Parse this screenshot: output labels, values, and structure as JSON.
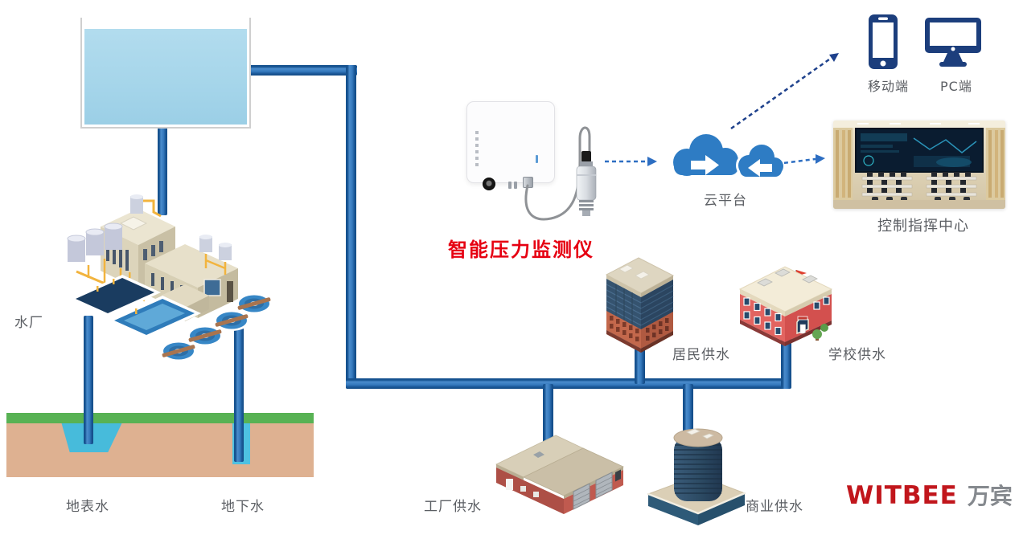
{
  "nodes": {
    "water_plant": {
      "label": "水厂"
    },
    "surface_water": {
      "label": "地表水"
    },
    "groundwater": {
      "label": "地下水"
    },
    "pressure_monitor": {
      "label": "智能压力监测仪"
    },
    "cloud_platform": {
      "label": "云平台"
    },
    "mobile_client": {
      "label": "移动端"
    },
    "pc_client": {
      "label": "PC端"
    },
    "control_center": {
      "label": "控制指挥中心"
    },
    "residential_supply": {
      "label": "居民供水"
    },
    "school_supply": {
      "label": "学校供水"
    },
    "factory_supply": {
      "label": "工厂供水"
    },
    "commercial_supply": {
      "label": "商业供水"
    }
  },
  "brand": {
    "name": "WITBEE",
    "cjk": "万宾"
  },
  "connections": [
    {
      "from": "pressure_monitor",
      "to": "cloud_platform",
      "style": "dashed-arrow"
    },
    {
      "from": "cloud_platform",
      "to": "mobile_client",
      "style": "dashed-arrow"
    },
    {
      "from": "cloud_platform",
      "to": "control_center",
      "style": "dashed-arrow"
    }
  ],
  "colors": {
    "pipe_dark": "#16528f",
    "pipe_light": "#4a8ccc",
    "cloud_blue": "#2e7cc4",
    "icon_navy": "#1c3e7c",
    "device_label_red": "#e60012",
    "brand_red": "#c1161c",
    "brand_gray": "#85898e",
    "label_gray": "#5b5e63",
    "ground_green": "#58b254",
    "soil_tan": "#deb191",
    "tank_water": "#a8d7ea",
    "surface_water_blue": "#47bbdb",
    "well_blue": "#4ec1e2"
  }
}
